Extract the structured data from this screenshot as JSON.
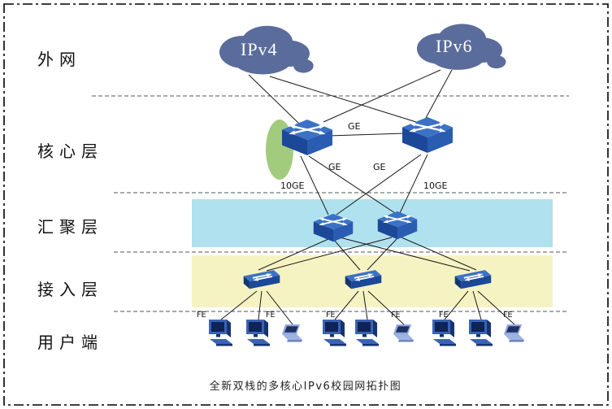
{
  "diagram": {
    "title": "全新双栈的多核心IPv6校园网拓扑图",
    "layers": {
      "external": "外网",
      "core": "核心层",
      "aggregation": "汇聚层",
      "access": "接入层",
      "user": "用户端"
    },
    "clouds": {
      "ipv4": "IPv4",
      "ipv6": "IPv6"
    },
    "links": {
      "core_interconnect": "GE",
      "core_agg_left": "GE",
      "core_agg_right": "GE",
      "core_uplink_left": "10GE",
      "core_uplink_right": "10GE",
      "fe": [
        "FE",
        "FE",
        "FE",
        "FE",
        "FE",
        "FE"
      ]
    },
    "colors": {
      "cloud": "#5a6c9b",
      "aggregation_band": "#b0e1ee",
      "access_band": "#f6f3c3",
      "core_highlight": "#a2cb7d",
      "switch_blue": "#3c72c6"
    }
  }
}
